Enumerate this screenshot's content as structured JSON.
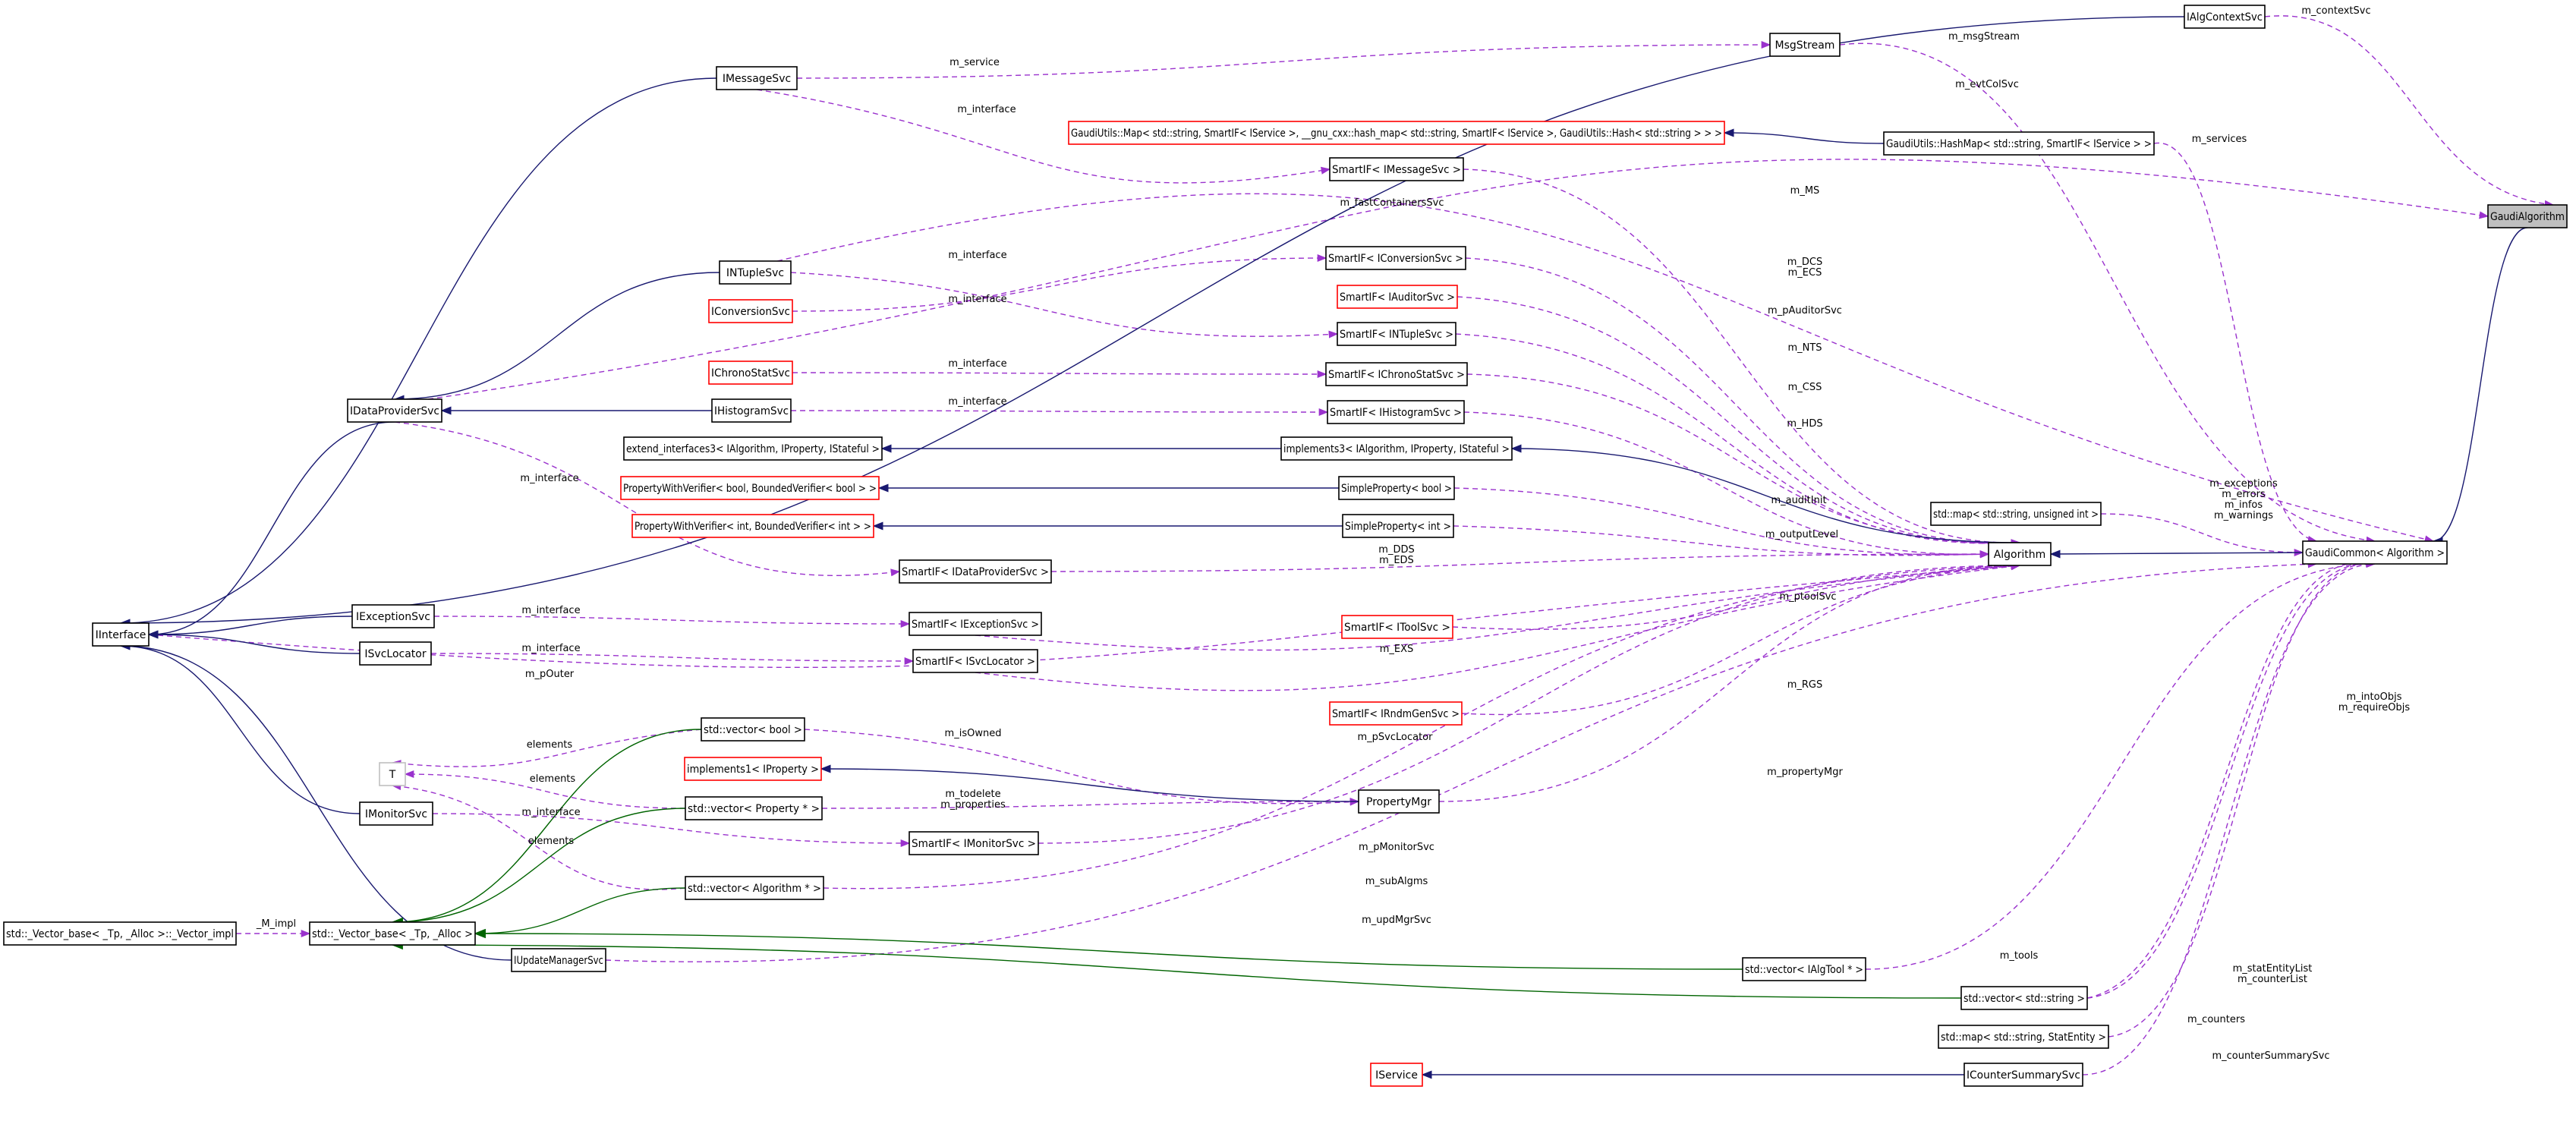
{
  "colors": {
    "node_border": "#000000",
    "undocumented_border": "#ff0000",
    "template_param_border": "#bfbfbf",
    "selected_fill": "#bfbfbf",
    "usage_edge": "#9a32cd",
    "inheritance_edge": "#191970",
    "template_instance_edge": "#006400"
  },
  "nodes": {
    "GaudiAlgorithm": "GaudiAlgorithm",
    "IAlgContextSvc": "IAlgContextSvc",
    "MsgStream": "MsgStream",
    "IMessageSvc": "IMessageSvc",
    "GaudiUtilsMap": "GaudiUtils::Map< std::string, SmartIF< IService >, __gnu_cxx::hash_map< std::string, SmartIF< IService >, GaudiUtils::Hash< std::string > > >",
    "GaudiUtilsHashMap": "GaudiUtils::HashMap< std::string, SmartIF< IService > >",
    "SmartIF_IMessageSvc": "SmartIF< IMessageSvc >",
    "INTupleSvc": "INTupleSvc",
    "SmartIF_IConversionSvc": "SmartIF< IConversionSvc >",
    "IConversionSvc": "IConversionSvc",
    "SmartIF_IAuditorSvc": "SmartIF< IAuditorSvc >",
    "SmartIF_INTupleSvc": "SmartIF< INTupleSvc >",
    "IChronoStatSvc": "IChronoStatSvc",
    "SmartIF_IChronoStatSvc": "SmartIF< IChronoStatSvc >",
    "IDataProviderSvc": "IDataProviderSvc",
    "IHistogramSvc": "IHistogramSvc",
    "SmartIF_IHistogramSvc": "SmartIF< IHistogramSvc >",
    "extend_interfaces3": "extend_interfaces3< IAlgorithm, IProperty, IStateful >",
    "implements3": "implements3< IAlgorithm, IProperty, IStateful >",
    "PWV_bool": "PropertyWithVerifier< bool, BoundedVerifier< bool > >",
    "SimpleProperty_bool": "SimpleProperty< bool >",
    "map_string_uint": "std::map< std::string, unsigned int >",
    "PWV_int": "PropertyWithVerifier< int, BoundedVerifier< int > >",
    "SimpleProperty_int": "SimpleProperty< int >",
    "Algorithm": "Algorithm",
    "GaudiCommon": "GaudiCommon< Algorithm >",
    "SmartIF_IDataProviderSvc": "SmartIF< IDataProviderSvc >",
    "IInterface": "IInterface",
    "IExceptionSvc": "IExceptionSvc",
    "SmartIF_IExceptionSvc": "SmartIF< IExceptionSvc >",
    "SmartIF_IToolSvc": "SmartIF< IToolSvc >",
    "ISvcLocator": "ISvcLocator",
    "SmartIF_ISvcLocator": "SmartIF< ISvcLocator >",
    "SmartIF_IRndmGenSvc": "SmartIF< IRndmGenSvc >",
    "vector_bool": "std::vector< bool >",
    "T": "T",
    "implements1_IProperty": "implements1< IProperty >",
    "vector_Property": "std::vector< Property * >",
    "PropertyMgr": "PropertyMgr",
    "IMonitorSvc": "IMonitorSvc",
    "SmartIF_IMonitorSvc": "SmartIF< IMonitorSvc >",
    "vector_Algorithm": "std::vector< Algorithm * >",
    "Vector_impl": "std::_Vector_base< _Tp, _Alloc >::_Vector_impl",
    "Vector_base": "std::_Vector_base< _Tp, _Alloc >",
    "IUpdateManagerSvc": "IUpdateManagerSvc",
    "vector_IAlgTool": "std::vector< IAlgTool * >",
    "vector_string": "std::vector< std::string >",
    "map_string_StatEntity": "std::map< std::string, StatEntity >",
    "IService": "IService",
    "ICounterSummarySvc": "ICounterSummarySvc"
  },
  "edge_labels": {
    "m_contextSvc": "m_contextSvc",
    "m_msgStream": "m_msgStream",
    "m_service": "m_service",
    "m_evtColSvc": "m_evtColSvc",
    "m_interface_msg": "m_interface",
    "m_services": "m_services",
    "m_MS": "m_MS",
    "m_fastContainersSvc": "m_fastContainersSvc",
    "m_interface_ntuple1": "m_interface",
    "m_DCS_ECS": "m_DCS\nm_ECS",
    "m_interface_ntuple2": "m_interface",
    "m_pAuditorSvc": "m_pAuditorSvc",
    "m_NTS": "m_NTS",
    "m_interface_chrono": "m_interface",
    "m_CSS": "m_CSS",
    "m_interface_histo": "m_interface",
    "m_HDS": "m_HDS",
    "m_exceptions_group": "m_exceptions\nm_errors\nm_infos\nm_warnings",
    "m_auditInit": "m_auditInit",
    "m_interface_dataprov": "m_interface",
    "m_outputLevel": "m_outputLevel",
    "m_DDS_EDS": "m_DDS\nm_EDS",
    "m_interface_exc": "m_interface",
    "m_ptoolSvc": "m_ptoolSvc",
    "m_EXS": "m_EXS",
    "m_interface_svcloc": "m_interface",
    "m_pOuter": "m_pOuter",
    "m_RGS": "m_RGS",
    "m_intoObjs_group": "m_intoObjs\nm_requireObjs",
    "elements_bool": "elements",
    "m_isOwned": "m_isOwned",
    "m_pSvcLocator": "m_pSvcLocator",
    "elements_prop": "elements",
    "m_todelete_group": "m_todelete\nm_properties",
    "m_propertyMgr": "m_propertyMgr",
    "m_interface_monitor": "m_interface",
    "elements_alg": "elements",
    "m_pMonitorSvc": "m_pMonitorSvc",
    "m_subAlgms": "m_subAlgms",
    "M_impl": "_M_impl",
    "m_updMgrSvc": "m_updMgrSvc",
    "m_tools": "m_tools",
    "m_statEntity_group": "m_statEntityList\nm_counterList",
    "m_counters": "m_counters",
    "m_counterSummarySvc": "m_counterSummarySvc"
  }
}
